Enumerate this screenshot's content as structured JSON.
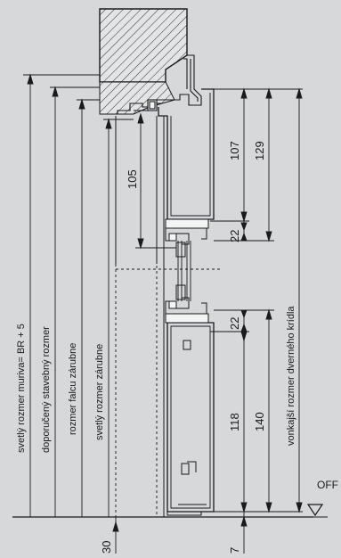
{
  "labels": {
    "masonry_opening": "svetlý rozmer muriva= BR + 5",
    "recommended_size": "doporučený stavebný rozmer",
    "rebate_size": "rozmer falcu zárubne",
    "frame_opening": "svetlý rozmer zárubne",
    "leaf_outer": "vonkajší rozmer dverného krídla",
    "floor_mark": "OFF"
  },
  "dimensions": {
    "d105": "105",
    "d107": "107",
    "d129": "129",
    "d22_upper": "22",
    "d22_lower": "22",
    "d118": "118",
    "d140": "140",
    "d30": "30",
    "d7": "7"
  },
  "colors": {
    "background": "#d6d8da",
    "line": "#1a1a1a",
    "profile_fill": "#f4f4f4"
  }
}
